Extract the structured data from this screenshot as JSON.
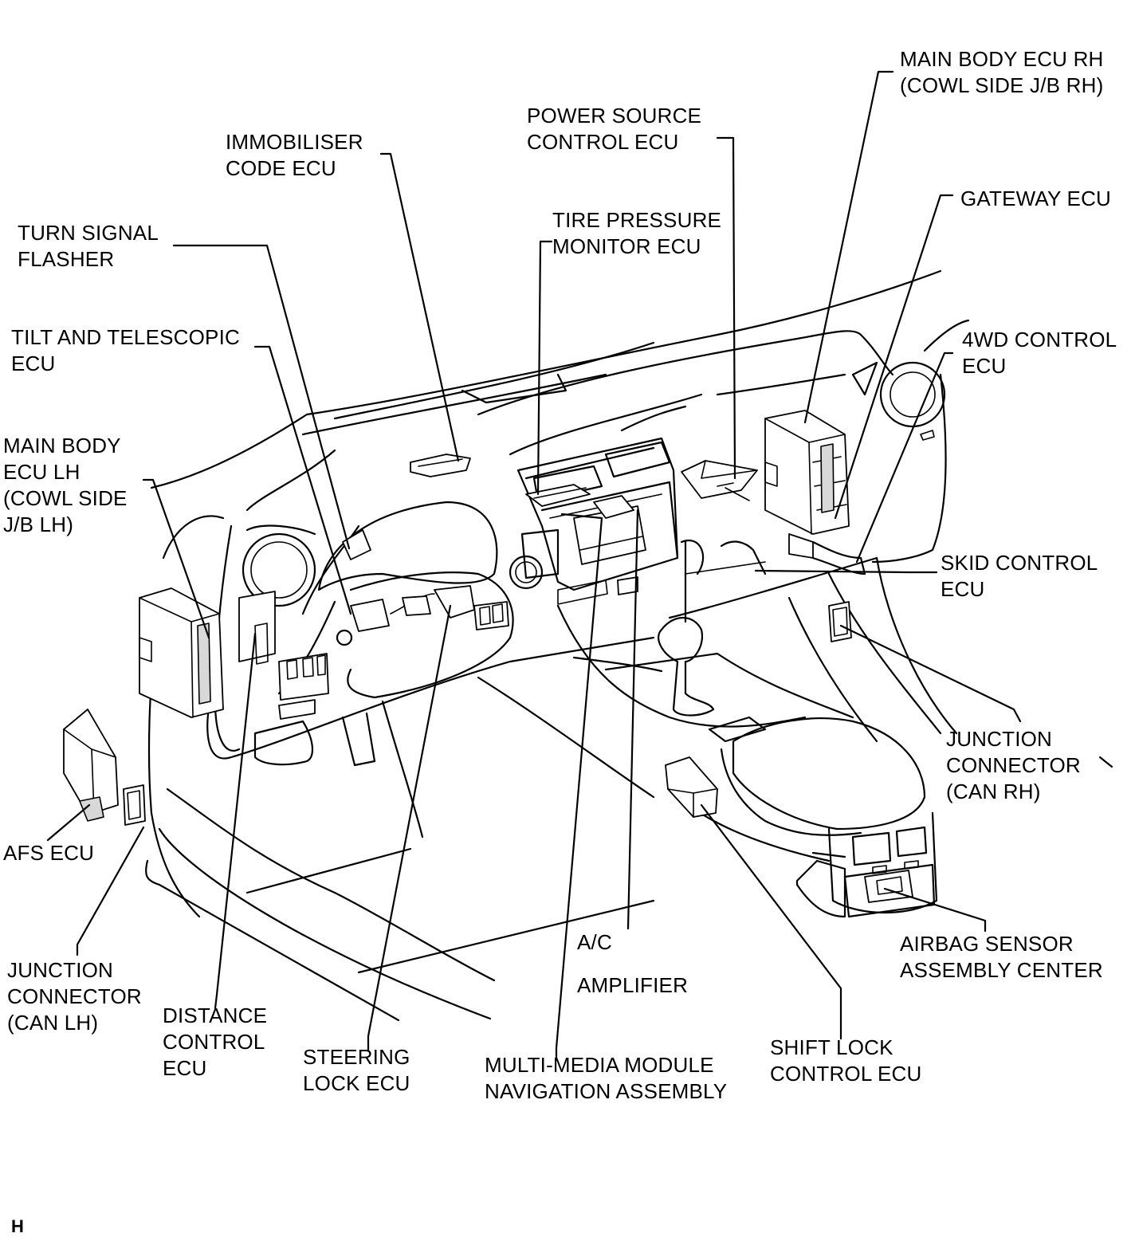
{
  "labels": {
    "main_body_ecu_rh": "MAIN BODY ECU RH\n(COWL SIDE J/B RH)",
    "power_source_control_ecu": "POWER SOURCE\nCONTROL ECU",
    "immobiliser_code_ecu": "IMMOBILISER\nCODE ECU",
    "tire_pressure_monitor_ecu": "TIRE PRESSURE\nMONITOR ECU",
    "gateway_ecu": "GATEWAY ECU",
    "turn_signal_flasher": "TURN SIGNAL\nFLASHER",
    "tilt_and_telescopic_ecu": "TILT AND TELESCOPIC\nECU",
    "four_wd_control_ecu": "4WD CONTROL\nECU",
    "main_body_ecu_lh": "MAIN BODY\nECU LH\n(COWL SIDE\nJ/B LH)",
    "skid_control_ecu": "SKID CONTROL\nECU",
    "junction_connector_can_rh": "JUNCTION\nCONNECTOR\n(CAN RH)",
    "afs_ecu": "AFS ECU",
    "airbag_sensor_assembly_center": "AIRBAG SENSOR\nASSEMBLY CENTER",
    "ac": "A/C",
    "amplifier": "AMPLIFIER",
    "junction_connector_can_lh": "JUNCTION\nCONNECTOR\n(CAN LH)",
    "distance_control_ecu": "DISTANCE\nCONTROL\nECU",
    "steering_lock_ecu": "STEERING\nLOCK ECU",
    "multi_media_module": "MULTI-MEDIA MODULE\nNAVIGATION ASSEMBLY",
    "shift_lock_control_ecu": "SHIFT LOCK\nCONTROL ECU"
  },
  "corner_mark": "H"
}
